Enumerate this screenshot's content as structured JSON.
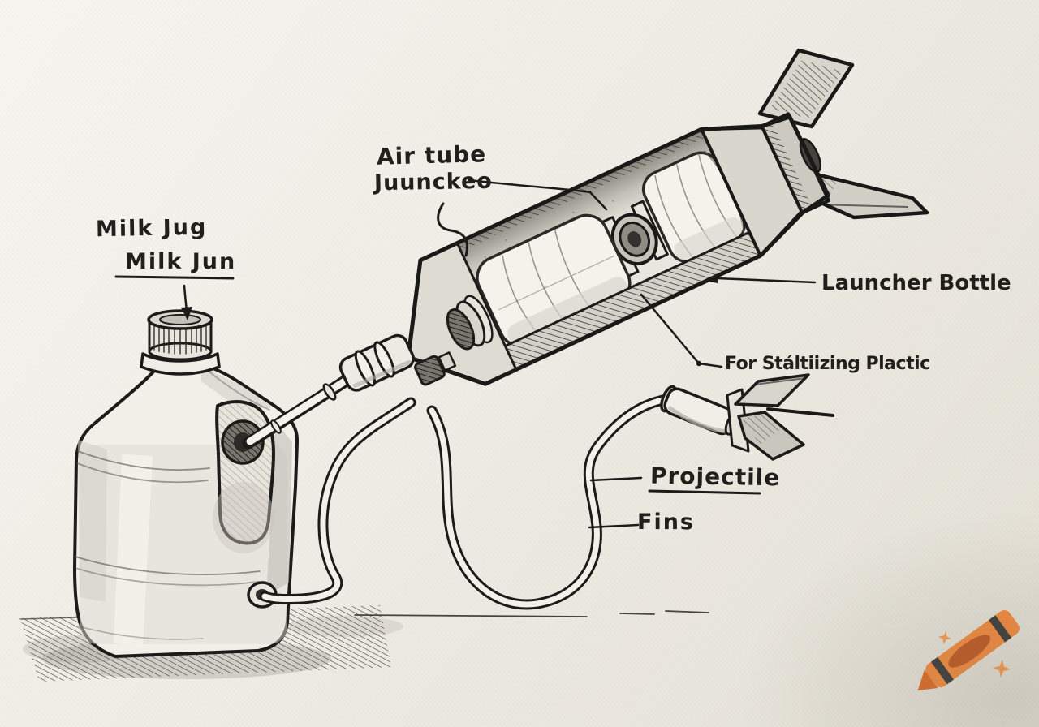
{
  "labels": {
    "air_tube": {
      "line1": "Air tube",
      "line2": "Juunckeo"
    },
    "milk_jug": "Milk Jug",
    "milk_jun": "Milk Jun",
    "launcher_bottle": "Launcher Bottle",
    "stabilizing": "For Stáltiizing Plactic",
    "projectile": "Projectile",
    "fins": "Fins"
  },
  "colors": {
    "paper": "#efede6",
    "ink": "#1c1b19",
    "marker_gray": "#cfccc4",
    "crayon_orange": "#F08A3E",
    "crayon_dark_orange": "#BF5A24",
    "crayon_tip": "#DD6C28",
    "crayon_stripe": "#3E3D3B",
    "sparkle": "#F49B52"
  },
  "logo": {
    "name": "crayon logo",
    "sparkle_count": 2
  }
}
